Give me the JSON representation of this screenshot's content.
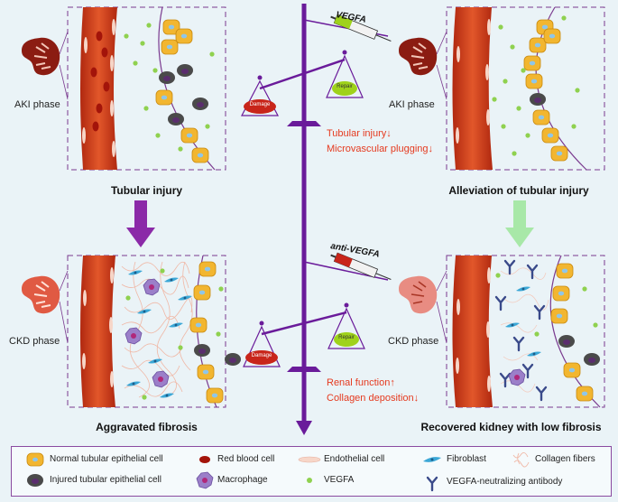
{
  "labels": {
    "aki_phase": "AKI phase",
    "ckd_phase": "CKD phase",
    "tubular_injury": "Tubular injury",
    "alleviation": "Alleviation of tubular injury",
    "aggravated": "Aggravated fibrosis",
    "recovered": "Recovered kidney with low fibrosis",
    "vegfa_tag": "VEGFA",
    "anti_vegfa_tag": "anti-VEGFA",
    "damage": "Damage",
    "repair": "Repair",
    "effect_tubular": "Tubular injury↓",
    "effect_micro": "Microvascular plugging↓",
    "effect_renal": "Renal function↑",
    "effect_collagen": "Collagen deposition↓"
  },
  "legend": {
    "normal_cell": "Normal tubular epithelial cell",
    "injured_cell": "Injured tubular epithelial cell",
    "rbc": "Red blood cell",
    "macrophage": "Macrophage",
    "endothelial": "Endothelial cell",
    "vegfa": "VEGFA",
    "fibroblast": "Fibroblast",
    "collagen": "Collagen fibers",
    "antibody": "VEGFA-neutralizing antibody"
  },
  "colors": {
    "purple": "#6a1b9a",
    "vessel": "#c9381a",
    "cell": "#f2b630",
    "injured": "#4a4a4a",
    "vegfa_dot": "#8fd14f",
    "red_text": "#e53a1f",
    "arrow_green": "#9be39b"
  }
}
